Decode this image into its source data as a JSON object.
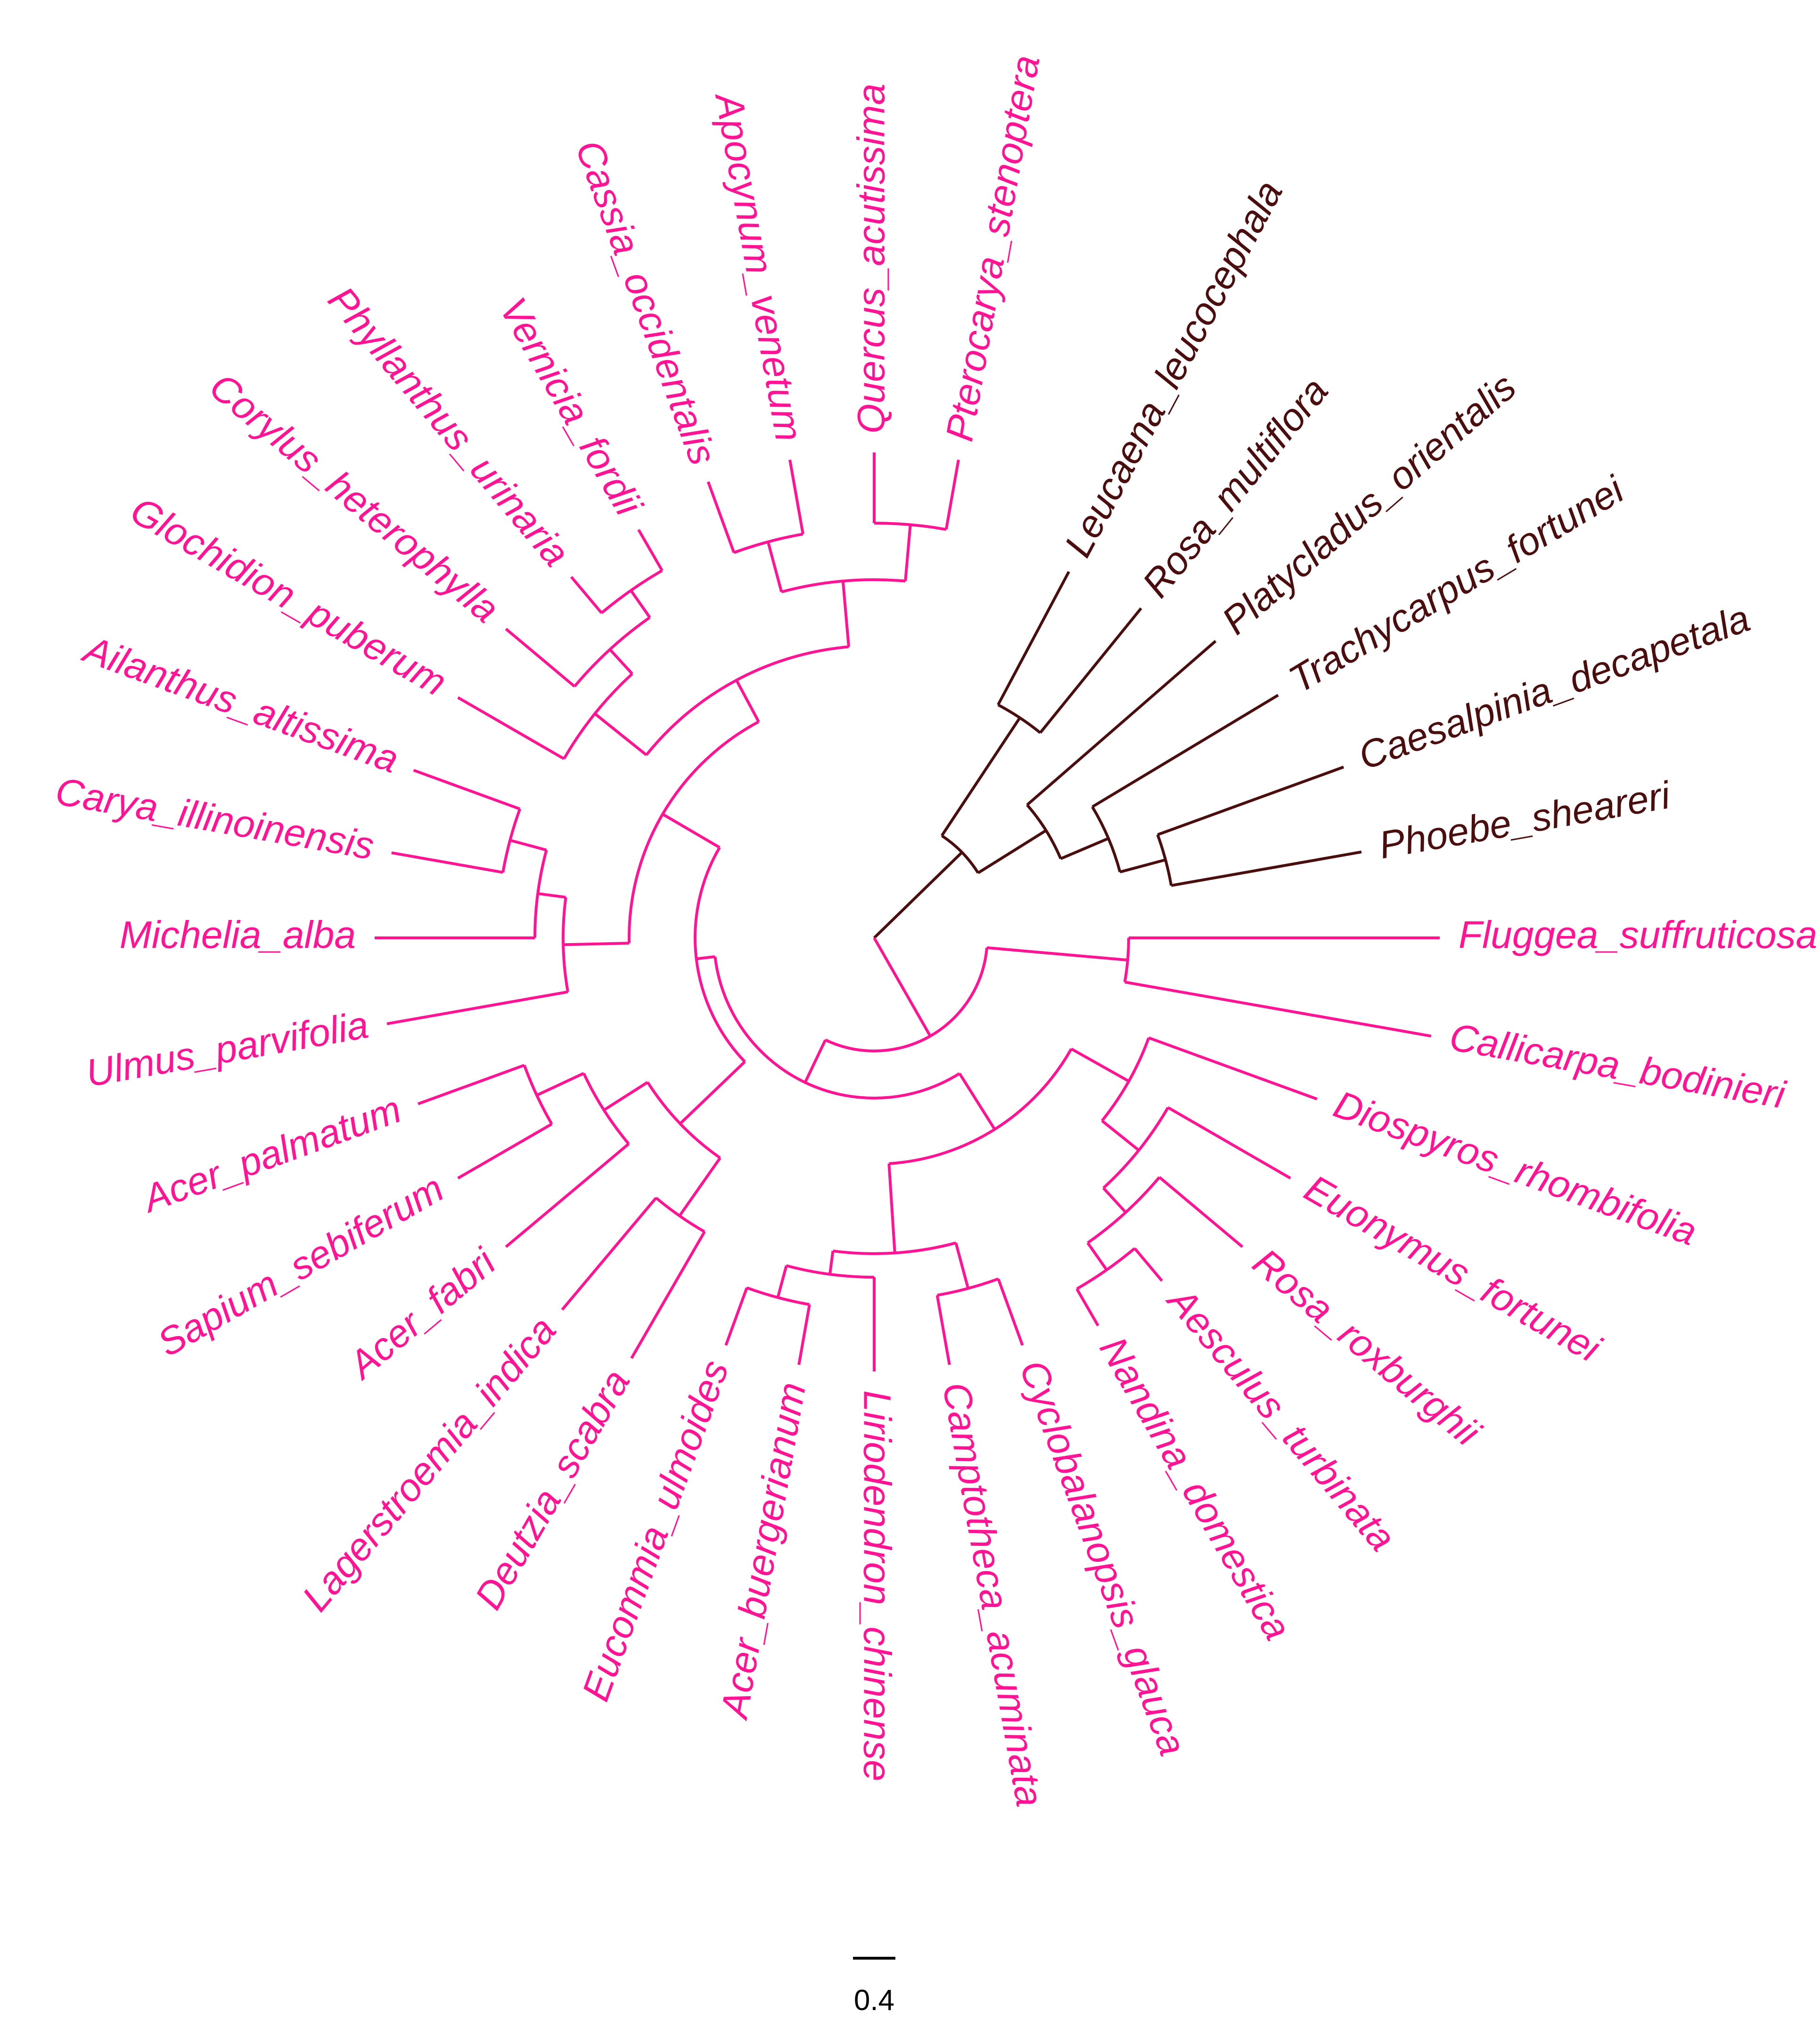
{
  "colors": {
    "pink_clade": "#ff1493",
    "brown_clade": "#4a0e0e",
    "scale_bar": "#000000"
  },
  "scale_bar": {
    "label": "0.4"
  },
  "leaves": [
    {
      "id": "leucaena",
      "name": "Leucaena_leucocephala",
      "clade": "brown"
    },
    {
      "id": "rosa-multiflora",
      "name": "Rosa_multiflora",
      "clade": "brown"
    },
    {
      "id": "platycladus",
      "name": "Platycladus_orientalis",
      "clade": "brown"
    },
    {
      "id": "trachycarpus",
      "name": "Trachycarpus_fortunei",
      "clade": "brown"
    },
    {
      "id": "caesalpinia",
      "name": "Caesalpinia_decapetala",
      "clade": "brown"
    },
    {
      "id": "phoebe",
      "name": "Phoebe_sheareri",
      "clade": "brown"
    },
    {
      "id": "fluggea",
      "name": "Fluggea_suffruticosa",
      "clade": "pink"
    },
    {
      "id": "callicarpa",
      "name": "Callicarpa_bodinieri",
      "clade": "pink"
    },
    {
      "id": "diospyros",
      "name": "Diospyros_rhombifolia",
      "clade": "pink"
    },
    {
      "id": "euonymus",
      "name": "Euonymus_fortunei",
      "clade": "pink"
    },
    {
      "id": "rosa-roxburghii",
      "name": "Rosa_roxburghii",
      "clade": "pink"
    },
    {
      "id": "aesculus",
      "name": "Aesculus_turbinata",
      "clade": "pink"
    },
    {
      "id": "nandina",
      "name": "Nandina_domestica",
      "clade": "pink"
    },
    {
      "id": "cyclobalanopsis",
      "name": "Cyclobalanopsis_glauca",
      "clade": "pink"
    },
    {
      "id": "camptotheca",
      "name": "Camptotheca_acuminata",
      "clade": "pink"
    },
    {
      "id": "liriodendron",
      "name": "Liriodendron_chinense",
      "clade": "pink"
    },
    {
      "id": "acer-buergerianum",
      "name": "Acer_buergerianum",
      "clade": "pink"
    },
    {
      "id": "eucommia",
      "name": "Eucommia_ulmoides",
      "clade": "pink"
    },
    {
      "id": "deutzia",
      "name": "Deutzia_scabra",
      "clade": "pink"
    },
    {
      "id": "lagerstroemia",
      "name": "Lagerstroemia_indica",
      "clade": "pink"
    },
    {
      "id": "acer-fabri",
      "name": "Acer_fabri",
      "clade": "pink"
    },
    {
      "id": "sapium",
      "name": "Sapium_sebiferum",
      "clade": "pink"
    },
    {
      "id": "acer-palmatum",
      "name": "Acer_palmatum",
      "clade": "pink"
    },
    {
      "id": "ulmus",
      "name": "Ulmus_parvifolia",
      "clade": "pink"
    },
    {
      "id": "michelia",
      "name": "Michelia_alba",
      "clade": "pink"
    },
    {
      "id": "carya",
      "name": "Carya_illinoinensis",
      "clade": "pink"
    },
    {
      "id": "ailanthus",
      "name": "Ailanthus_altissima",
      "clade": "pink"
    },
    {
      "id": "glochidion",
      "name": "Glochidion_puberum",
      "clade": "pink"
    },
    {
      "id": "corylus",
      "name": "Corylus_heterophylla",
      "clade": "pink"
    },
    {
      "id": "phyllanthus",
      "name": "Phyllanthus_urinaria",
      "clade": "pink"
    },
    {
      "id": "vernicia",
      "name": "Vernicia_fordii",
      "clade": "pink"
    },
    {
      "id": "cassia",
      "name": "Cassia_occidentalis",
      "clade": "pink"
    },
    {
      "id": "apocynum",
      "name": "Apocynum_venetum",
      "clade": "pink"
    },
    {
      "id": "quercus",
      "name": "Quercus_acutissima",
      "clade": "pink"
    },
    {
      "id": "pterocarya",
      "name": "Pterocarya_stenoptera",
      "clade": "pink"
    }
  ]
}
